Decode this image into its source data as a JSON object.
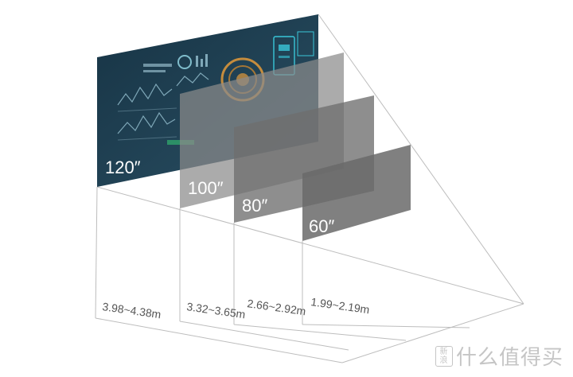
{
  "screens": [
    {
      "size": "120″",
      "distance": "3.98~4.38m"
    },
    {
      "size": "100″",
      "distance": "3.32~3.65m"
    },
    {
      "size": "80″",
      "distance": "2.66~2.92m"
    },
    {
      "size": "60″",
      "distance": "1.99~2.19m"
    }
  ],
  "watermark": {
    "logo_text": "新浪",
    "text": "什么值得买"
  },
  "colors": {
    "screen_dark": "#1f3f52",
    "screen_gray": "#6e6e6e",
    "accent_orange": "#e39a3a",
    "accent_cyan": "#39c6d8",
    "line": "#b0b0b0"
  }
}
